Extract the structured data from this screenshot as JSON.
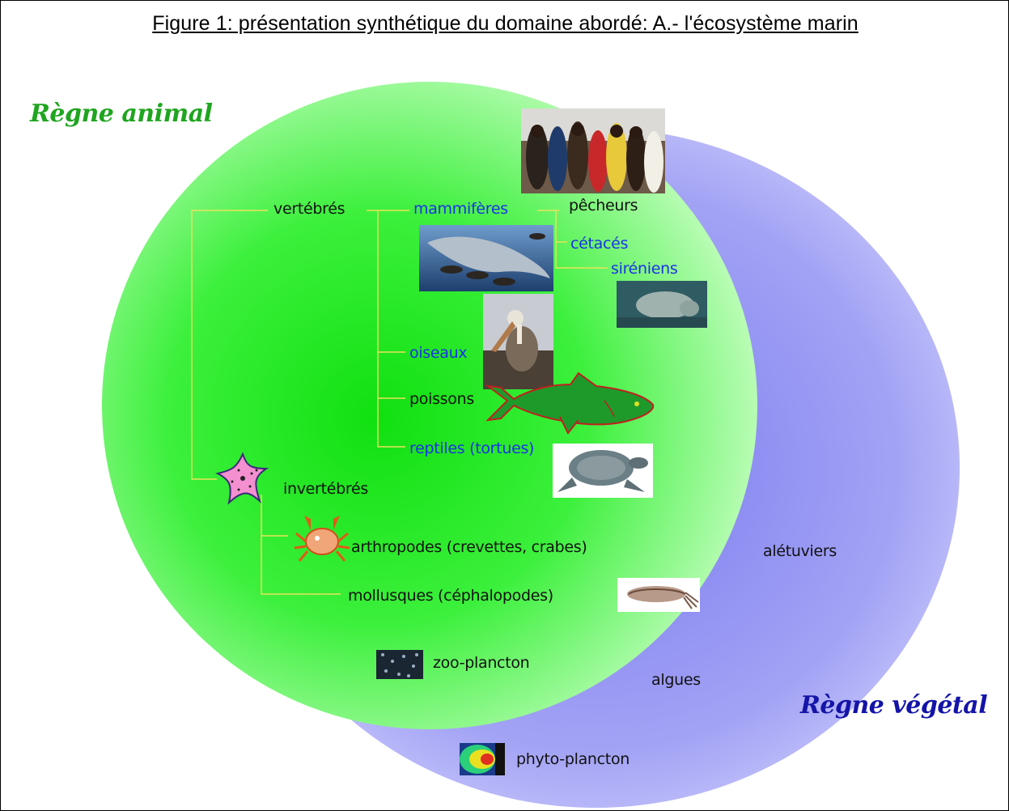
{
  "title": "Figure 1: présentation synthétique du domaine abordé: A.- l'écosystème marin",
  "colors": {
    "animal_circle": "#2ef02e",
    "vegetal_circle": "#a9a8f6",
    "animal_heading": "#1fa51f",
    "vegetal_heading": "#1414a8",
    "tree_lines": "#e8e85a",
    "blue_labels": "#1a33e6"
  },
  "kingdoms": {
    "animal": "Règne animal",
    "vegetal": "Règne végétal"
  },
  "taxonomy": {
    "vertebres": "vertébrés",
    "mammiferes": "mammifères",
    "pecheurs": "pêcheurs",
    "cetaces": "cétacés",
    "sireniens": "siréniens",
    "oiseaux": "oiseaux",
    "poissons": "poissons",
    "reptiles": "reptiles (tortues)",
    "invertebres": "invertébrés",
    "arthropodes": "arthropodes (crevettes, crabes)",
    "mollusques": "mollusques (céphalopodes)",
    "zooplancton": "zoo-plancton",
    "aletuviers": "alétuviers",
    "algues": "algues",
    "phytoplancton": "phyto-plancton"
  },
  "images": {
    "fishermen": "fishermen-photo",
    "whale": "whale-photo",
    "manatee": "manatee-photo",
    "pelican": "pelican-photo",
    "fish": "fish-drawing",
    "turtle": "turtle-photo",
    "starfish": "starfish-drawing",
    "crab": "crab-drawing",
    "cuttlefish": "cuttlefish-photo",
    "zooplankton": "zooplankton-photo",
    "phytoplankton": "phytoplankton-image"
  }
}
